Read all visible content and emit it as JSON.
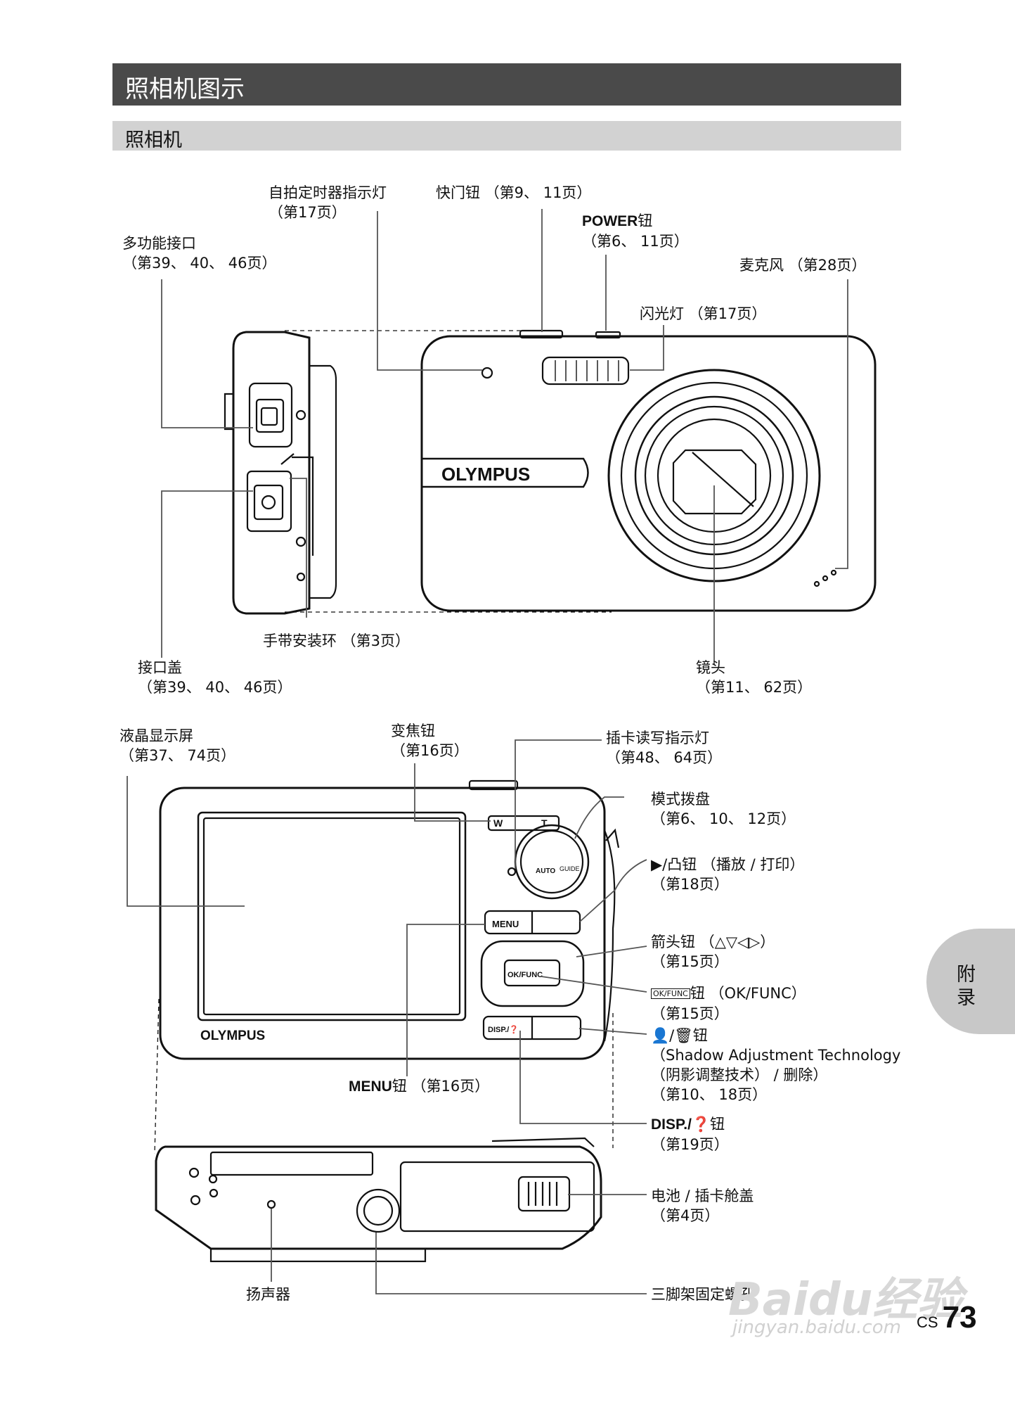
{
  "header": {
    "title": "照相机图示",
    "subtitle": "照相机"
  },
  "camera_front": {
    "logo": "OLYMPUS",
    "labels": {
      "self_timer_lamp": [
        "自拍定时器指示灯",
        "（第17页）"
      ],
      "shutter_button": "快门钮 （第9、 11页）",
      "power_button_name": "POWER",
      "power_button_suffix": "钮",
      "power_button_pages": "（第6、 11页）",
      "multi_connector": [
        "多功能接口",
        "（第39、 40、 46页）"
      ],
      "microphone": "麦克风 （第28页）",
      "flash": "闪光灯 （第17页）",
      "strap_eyelet": "手带安装环 （第3页）",
      "connector_cover": [
        "接口盖",
        "（第39、 40、 46页）"
      ],
      "lens": [
        "镜头",
        "（第11、 62页）"
      ]
    }
  },
  "camera_back": {
    "logo": "OLYMPUS",
    "button_texts": {
      "menu": "MENU",
      "ok": "OK/FUNC",
      "disp": "DISP./❓",
      "zoom_w": "W",
      "zoom_t": "T",
      "dial_auto": "AUTO",
      "dial_guide": "GUIDE"
    },
    "labels": {
      "lcd": [
        "液晶显示屏",
        "（第37、 74页）"
      ],
      "zoom_button": [
        "变焦钮",
        "（第16页）"
      ],
      "card_access_lamp": [
        "插卡读写指示灯",
        "（第48、 64页）"
      ],
      "mode_dial": [
        "模式拨盘",
        "（第6、 10、 12页）"
      ],
      "play_print": [
        "钮 （播放 / 打印）",
        "（第18页）"
      ],
      "arrow_pad": [
        "箭头钮 （",
        "）",
        "（第15页）"
      ],
      "okfunc_button": [
        "钮 （OK/FUNC）",
        "（第15页）"
      ],
      "ok_icon_text": "OK/FUNC",
      "shadow_button": [
        "钮",
        "（Shadow Adjustment Technology",
        "（阴影调整技术） / 删除）",
        "（第10、 18页）"
      ],
      "menu_button_name": "MENU",
      "menu_button_suffix": "钮 （第16页）",
      "disp_button_name": "DISP./",
      "disp_button_suffix": "钮",
      "disp_button_pages": "（第19页）",
      "battery_cover": [
        "电池 / 插卡舱盖",
        "（第4页）"
      ],
      "speaker": "扬声器",
      "tripod_socket": "三脚架固定螺孔"
    }
  },
  "side_tab": "附录",
  "page": {
    "lang": "CS",
    "number": "73"
  },
  "watermark": {
    "brand": "Baidu经验",
    "url": "jingyan.baidu.com"
  }
}
